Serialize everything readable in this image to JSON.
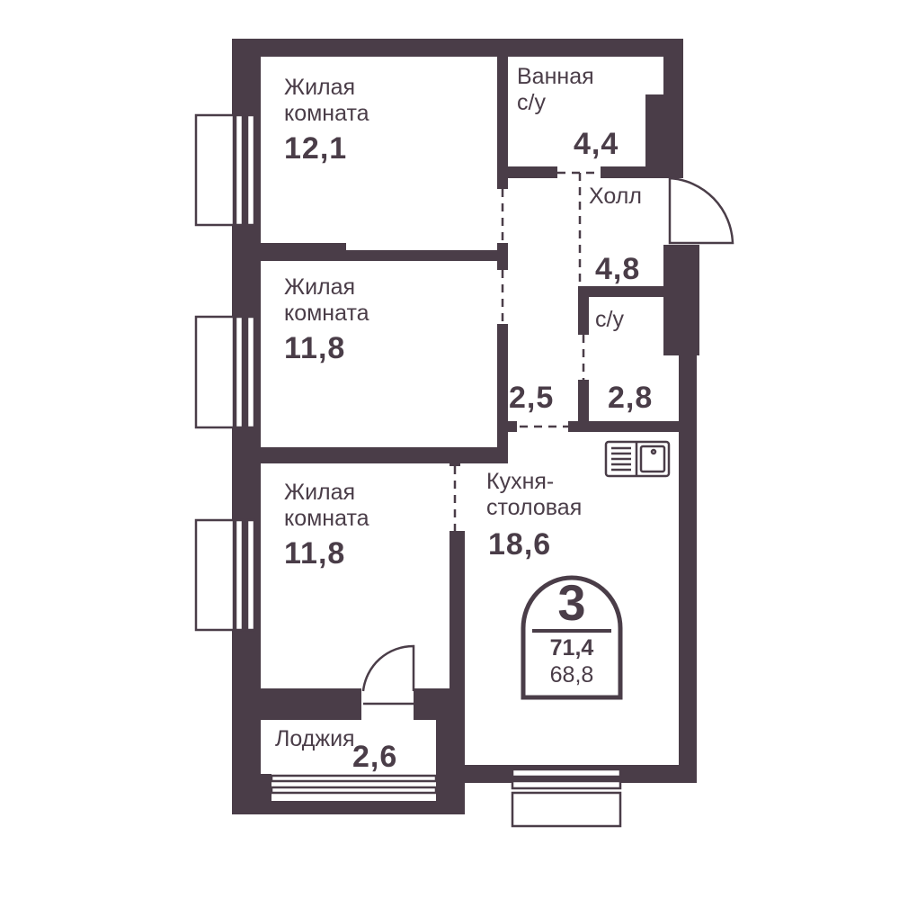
{
  "rooms": [
    {
      "name_line1": "Жилая",
      "name_line2": "комната",
      "area": "12,1"
    },
    {
      "name_line1": "Жилая",
      "name_line2": "комната",
      "area": "11,8"
    },
    {
      "name_line1": "Жилая",
      "name_line2": "комната",
      "area": "11,8"
    },
    {
      "name_line1": "Ванная",
      "name_line2": "с/у",
      "area": "4,4"
    },
    {
      "name_line1": "Холл",
      "area": "4,8"
    },
    {
      "name_line1": "с/у",
      "area": "2,8"
    },
    {
      "area": "2,5"
    },
    {
      "name_line1": "Кухня-",
      "name_line2": "столовая",
      "area": "18,6"
    },
    {
      "name_line1": "Лоджия",
      "area": "2,6"
    }
  ],
  "badge": {
    "room_count": "3",
    "total_area": "71,4",
    "living_area": "68,8"
  },
  "colors": {
    "wall": "#4a3d48",
    "background": "#ffffff"
  }
}
